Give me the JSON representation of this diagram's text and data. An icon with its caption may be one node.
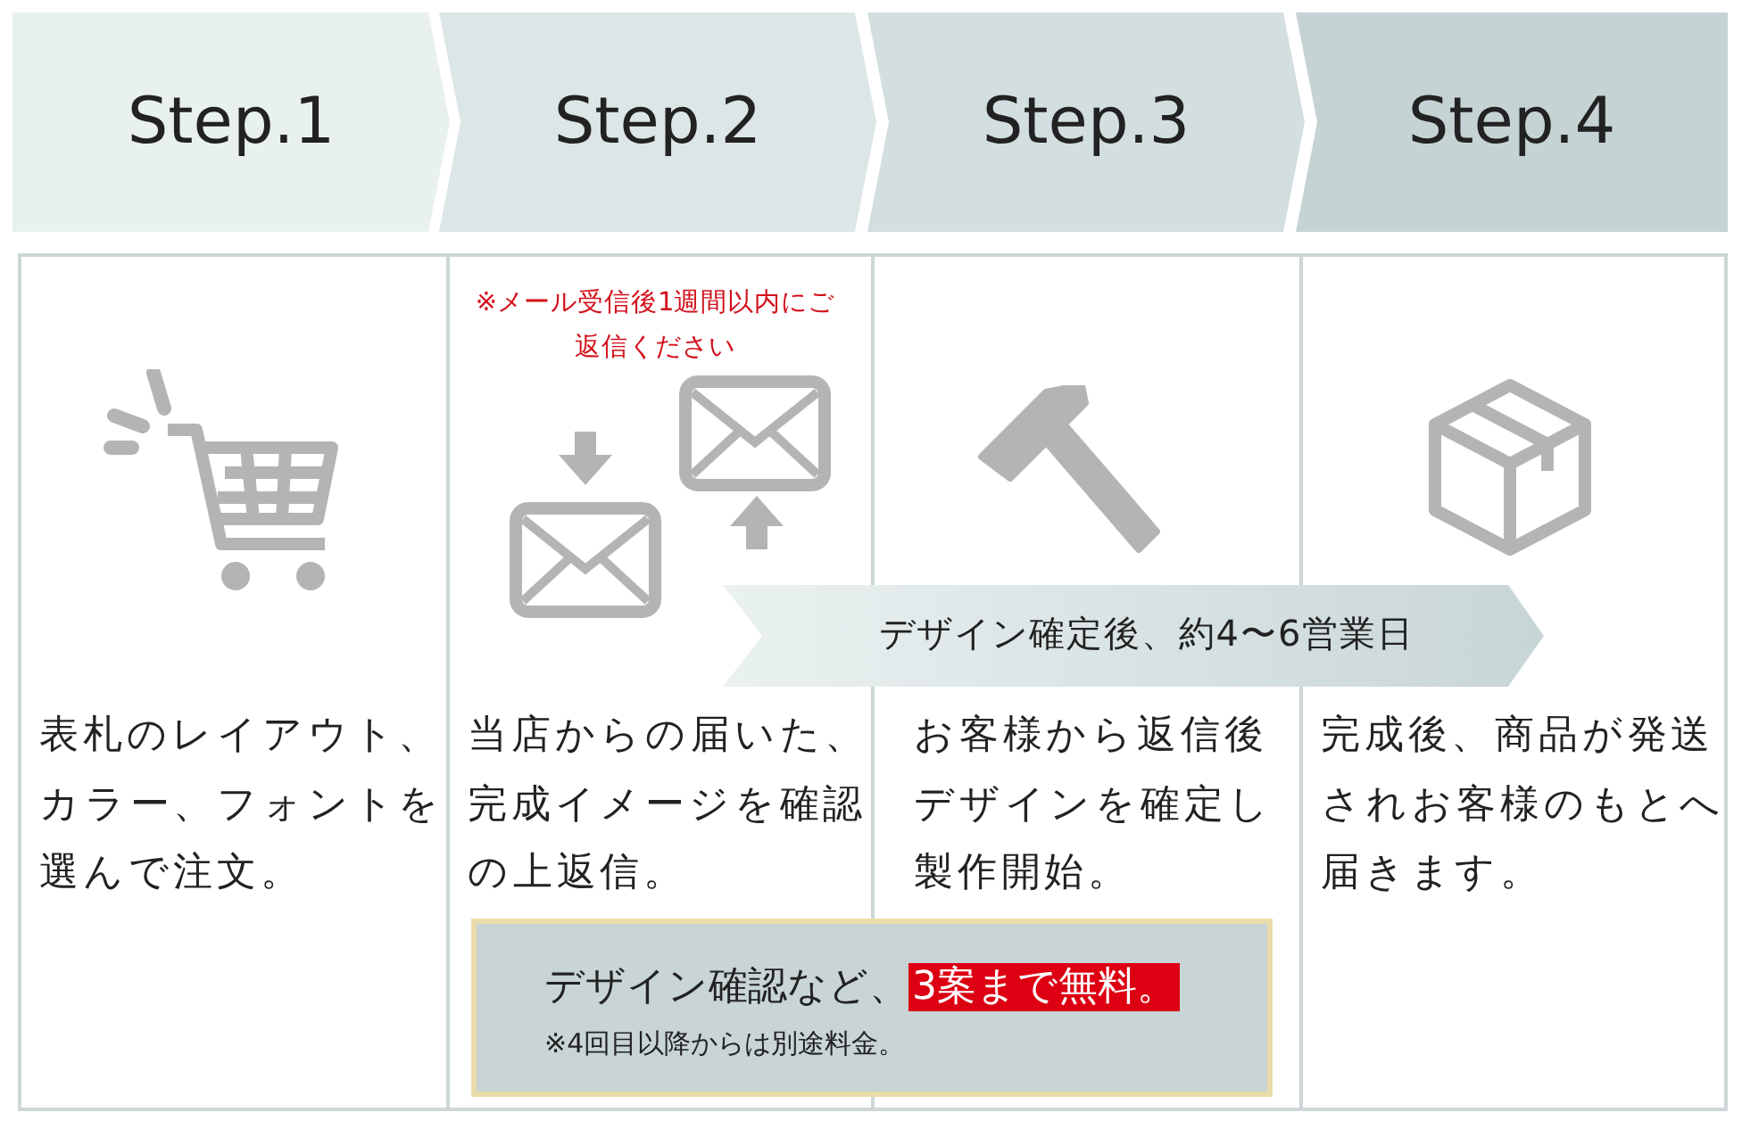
{
  "diagram": {
    "nodes": [
      {
        "text": [
          "Step.1"
        ]
      },
      {
        "text": [
          "Step.2"
        ]
      },
      {
        "text": [
          "Step.3"
        ]
      },
      {
        "text": [
          "Step.4"
        ]
      },
      {
        "text": [
          "表札のレイアウト、カラー、フォントを選んで注文。"
        ]
      },
      {
        "text": [
          "※メール受信後1週間以内にご返信ください",
          "当店からの届いた、完成イメージを確認の上返信。"
        ]
      },
      {
        "text": [
          "お客様から返信後デザインを確定し製作開始。"
        ]
      },
      {
        "text": [
          "完成後、商品が発送されお客様のもとへ届きます。"
        ]
      },
      {
        "text": [
          "デザイン確定後、約4〜6営業日"
        ]
      },
      {
        "text": [
          "デザイン確認など、",
          "3案まで無料。",
          "※4回目以降からは別途料金。"
        ]
      }
    ],
    "edges": []
  }
}
